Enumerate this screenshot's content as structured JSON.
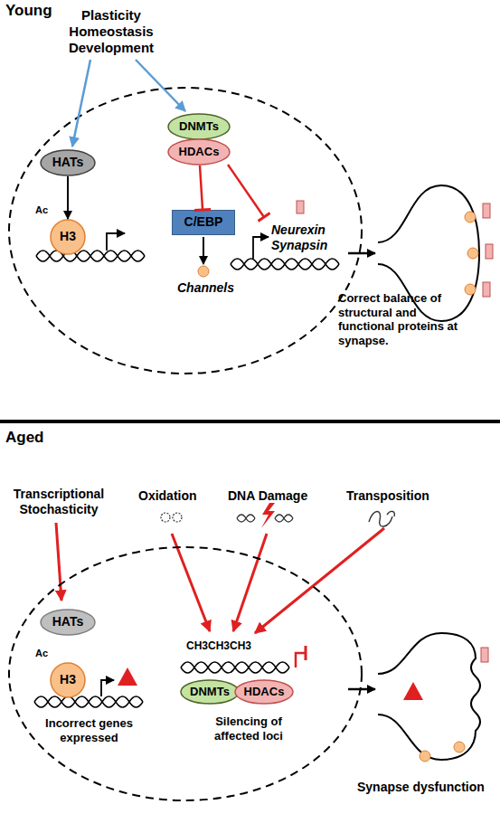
{
  "diagram": {
    "nodes": [
      {
        "text": [
          "HATs"
        ]
      },
      {
        "text": [
          "Ac",
          "H3"
        ]
      },
      {
        "text": [
          "DNMTs"
        ]
      },
      {
        "text": [
          "HDACs"
        ]
      },
      {
        "text": [
          "C/EBP"
        ]
      },
      {
        "text": [
          "HATs"
        ]
      },
      {
        "text": [
          "Ac",
          "H3"
        ]
      },
      {
        "text": [
          "DNMTs"
        ]
      },
      {
        "text": [
          "HDACs"
        ]
      }
    ],
    "edges": [
      {
        "from": 0,
        "to": 1,
        "arrow": "to"
      },
      {
        "from": 3,
        "to": 4,
        "arrow": "to"
      }
    ],
    "labels": [
      "Young",
      "Plasticity Homeostasis Development",
      "Channels",
      "Neurexin Synapsin",
      "Correct balance of structural and functional proteins at synapse.",
      "Aged",
      "Transcriptional Stochasticity",
      "Oxidation",
      "DNA Damage",
      "Transposition",
      "CH3CH3CH3",
      "Incorrect genes expressed",
      "Silencing of affected loci",
      "Synapse dysfunction"
    ]
  }
}
